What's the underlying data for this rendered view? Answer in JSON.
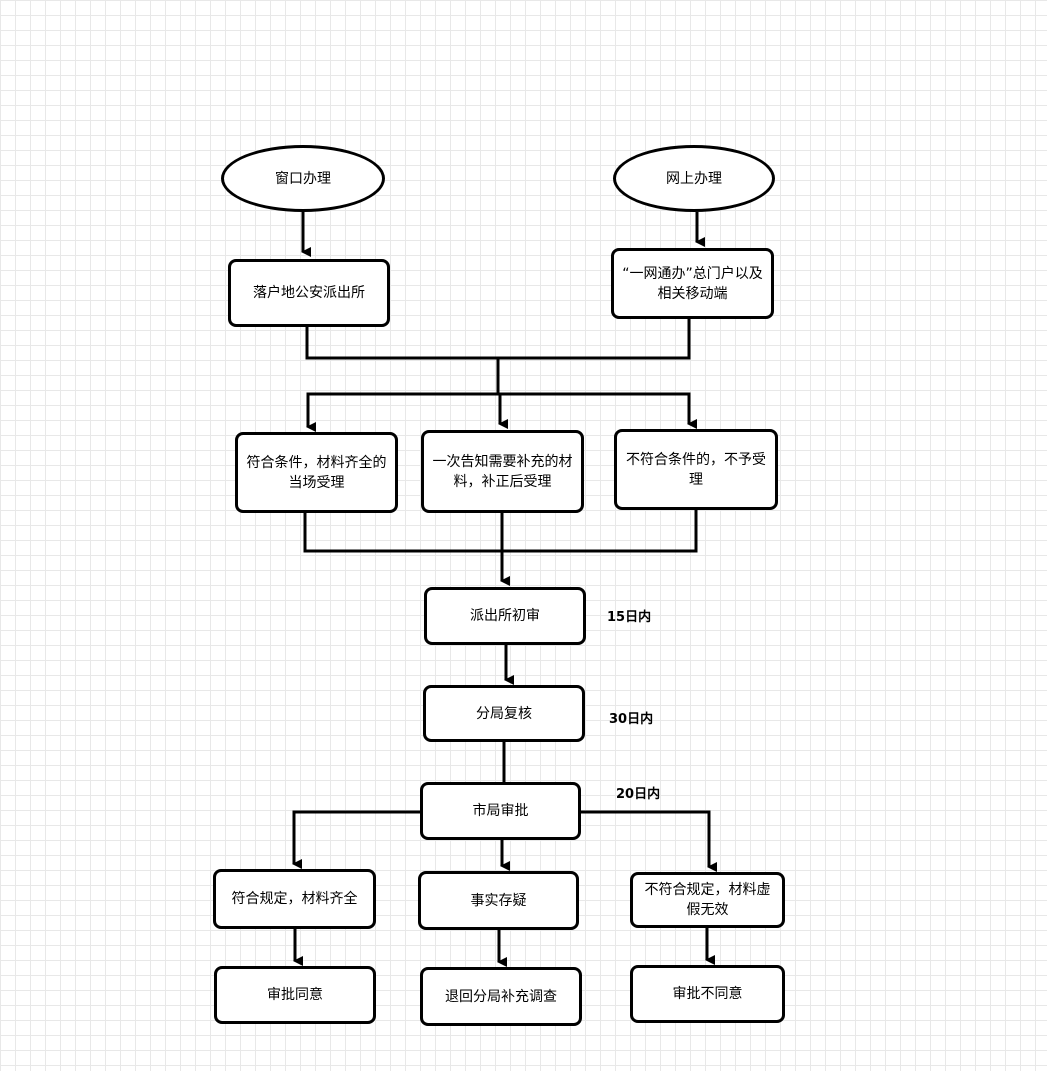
{
  "nodes": {
    "window": "窗口办理",
    "online": "网上办理",
    "police_station": "落户地公安派出所",
    "portal": "“一网通办”总门户以及相关移动端",
    "accept_now": "符合条件，材料齐全的当场受理",
    "supplement": "一次告知需要补充的材料，补正后受理",
    "reject_accept": "不符合条件的，不予受理",
    "initial_review": "派出所初审",
    "branch_review": "分局复核",
    "city_approval": "市局审批",
    "compliant": "符合规定，材料齐全",
    "doubtful": "事实存疑",
    "noncompliant": "不符合规定，材料虚假无效",
    "approved": "审批同意",
    "returned": "退回分局补充调查",
    "denied": "审批不同意"
  },
  "notes": {
    "d15": "15日内",
    "d30": "30日内",
    "d20": "20日内"
  }
}
